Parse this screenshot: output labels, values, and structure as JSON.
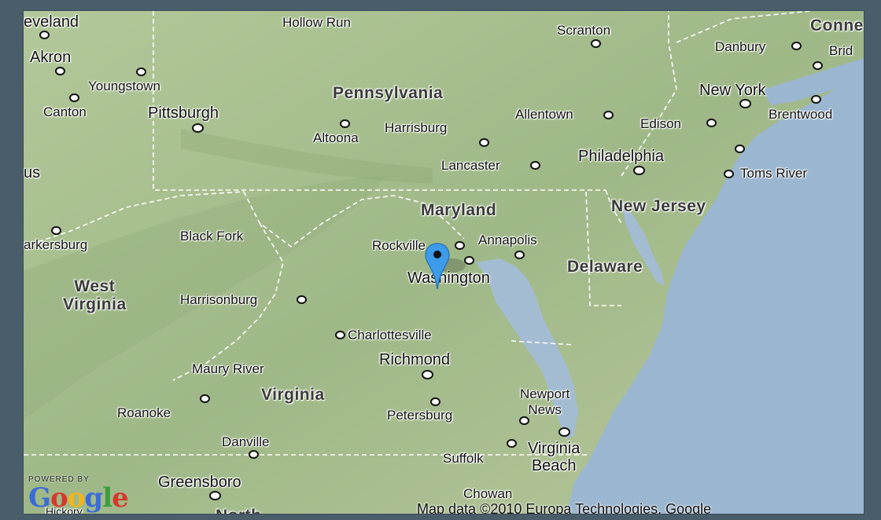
{
  "map": {
    "provider": "Google",
    "powered_by": "POWERED BY",
    "attribution": "Map data ©2010 Europa Technologies, Google",
    "colors": {
      "land": "#a9c08e",
      "water": "#9bb6d0",
      "border": "#ffffff",
      "marker": "#3d9be9"
    },
    "states": [
      {
        "id": "pennsylvania",
        "name": "Pennsylvania"
      },
      {
        "id": "maryland",
        "name": "Maryland"
      },
      {
        "id": "new-jersey",
        "name": "New Jersey"
      },
      {
        "id": "delaware",
        "name": "Delaware"
      },
      {
        "id": "west-virginia",
        "name": "West\nVirginia"
      },
      {
        "id": "virginia",
        "name": "Virginia"
      },
      {
        "id": "connecticut",
        "name": "Conne"
      },
      {
        "id": "north-carolina",
        "name": "North"
      }
    ],
    "cities": [
      {
        "id": "cleveland",
        "name": "eveland"
      },
      {
        "id": "akron",
        "name": "Akron"
      },
      {
        "id": "youngstown",
        "name": "Youngstown"
      },
      {
        "id": "canton",
        "name": "Canton"
      },
      {
        "id": "pittsburgh",
        "name": "Pittsburgh"
      },
      {
        "id": "hollow-run",
        "name": "Hollow Run"
      },
      {
        "id": "scranton",
        "name": "Scranton"
      },
      {
        "id": "danbury",
        "name": "Danbury"
      },
      {
        "id": "bridgeport",
        "name": "Brid"
      },
      {
        "id": "new-york",
        "name": "New York"
      },
      {
        "id": "brentwood",
        "name": "Brentwood"
      },
      {
        "id": "edison",
        "name": "Edison"
      },
      {
        "id": "allentown",
        "name": "Allentown"
      },
      {
        "id": "harrisburg",
        "name": "Harrisburg"
      },
      {
        "id": "altoona",
        "name": "Altoona"
      },
      {
        "id": "lancaster",
        "name": "Lancaster"
      },
      {
        "id": "philadelphia",
        "name": "Philadelphia"
      },
      {
        "id": "toms-river",
        "name": "Toms River"
      },
      {
        "id": "columbus",
        "name": "us"
      },
      {
        "id": "parkersburg",
        "name": "arkersburg"
      },
      {
        "id": "black-fork",
        "name": "Black Fork"
      },
      {
        "id": "rockville",
        "name": "Rockville"
      },
      {
        "id": "annapolis",
        "name": "Annapolis"
      },
      {
        "id": "washington",
        "name": "Washington"
      },
      {
        "id": "harrisonburg",
        "name": "Harrisonburg"
      },
      {
        "id": "charlottesville",
        "name": "Charlottesville"
      },
      {
        "id": "richmond",
        "name": "Richmond"
      },
      {
        "id": "maury-river",
        "name": "Maury River"
      },
      {
        "id": "roanoke",
        "name": "Roanoke"
      },
      {
        "id": "petersburg",
        "name": "Petersburg"
      },
      {
        "id": "newport-news",
        "name": "Newport\nNews"
      },
      {
        "id": "virginia-beach",
        "name": "Virginia\nBeach"
      },
      {
        "id": "danville",
        "name": "Danville"
      },
      {
        "id": "suffolk",
        "name": "Suffolk"
      },
      {
        "id": "greensboro",
        "name": "Greensboro"
      },
      {
        "id": "chowan",
        "name": "Chowan"
      },
      {
        "id": "hickory",
        "name": "Hickory"
      }
    ],
    "marker": {
      "label": "Washington",
      "icon": "map-pin-icon"
    }
  }
}
